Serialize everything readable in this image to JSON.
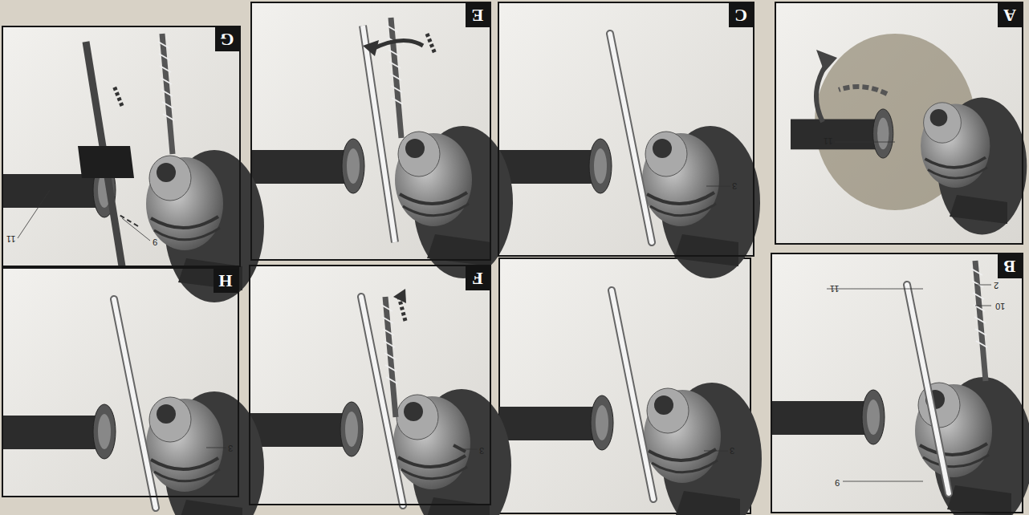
{
  "diagram": {
    "nodes": [
      {
        "text": [
          "A"
        ]
      },
      {
        "text": [
          "B"
        ]
      },
      {
        "text": [
          "C"
        ]
      },
      {
        "text": [
          "E"
        ]
      },
      {
        "text": [
          "F"
        ]
      },
      {
        "text": [
          "G"
        ]
      },
      {
        "text": [
          "H"
        ]
      }
    ],
    "labels": [
      "11",
      "2",
      "10",
      "11",
      "9",
      "3",
      "3",
      "3",
      "11",
      "9",
      "3"
    ]
  }
}
